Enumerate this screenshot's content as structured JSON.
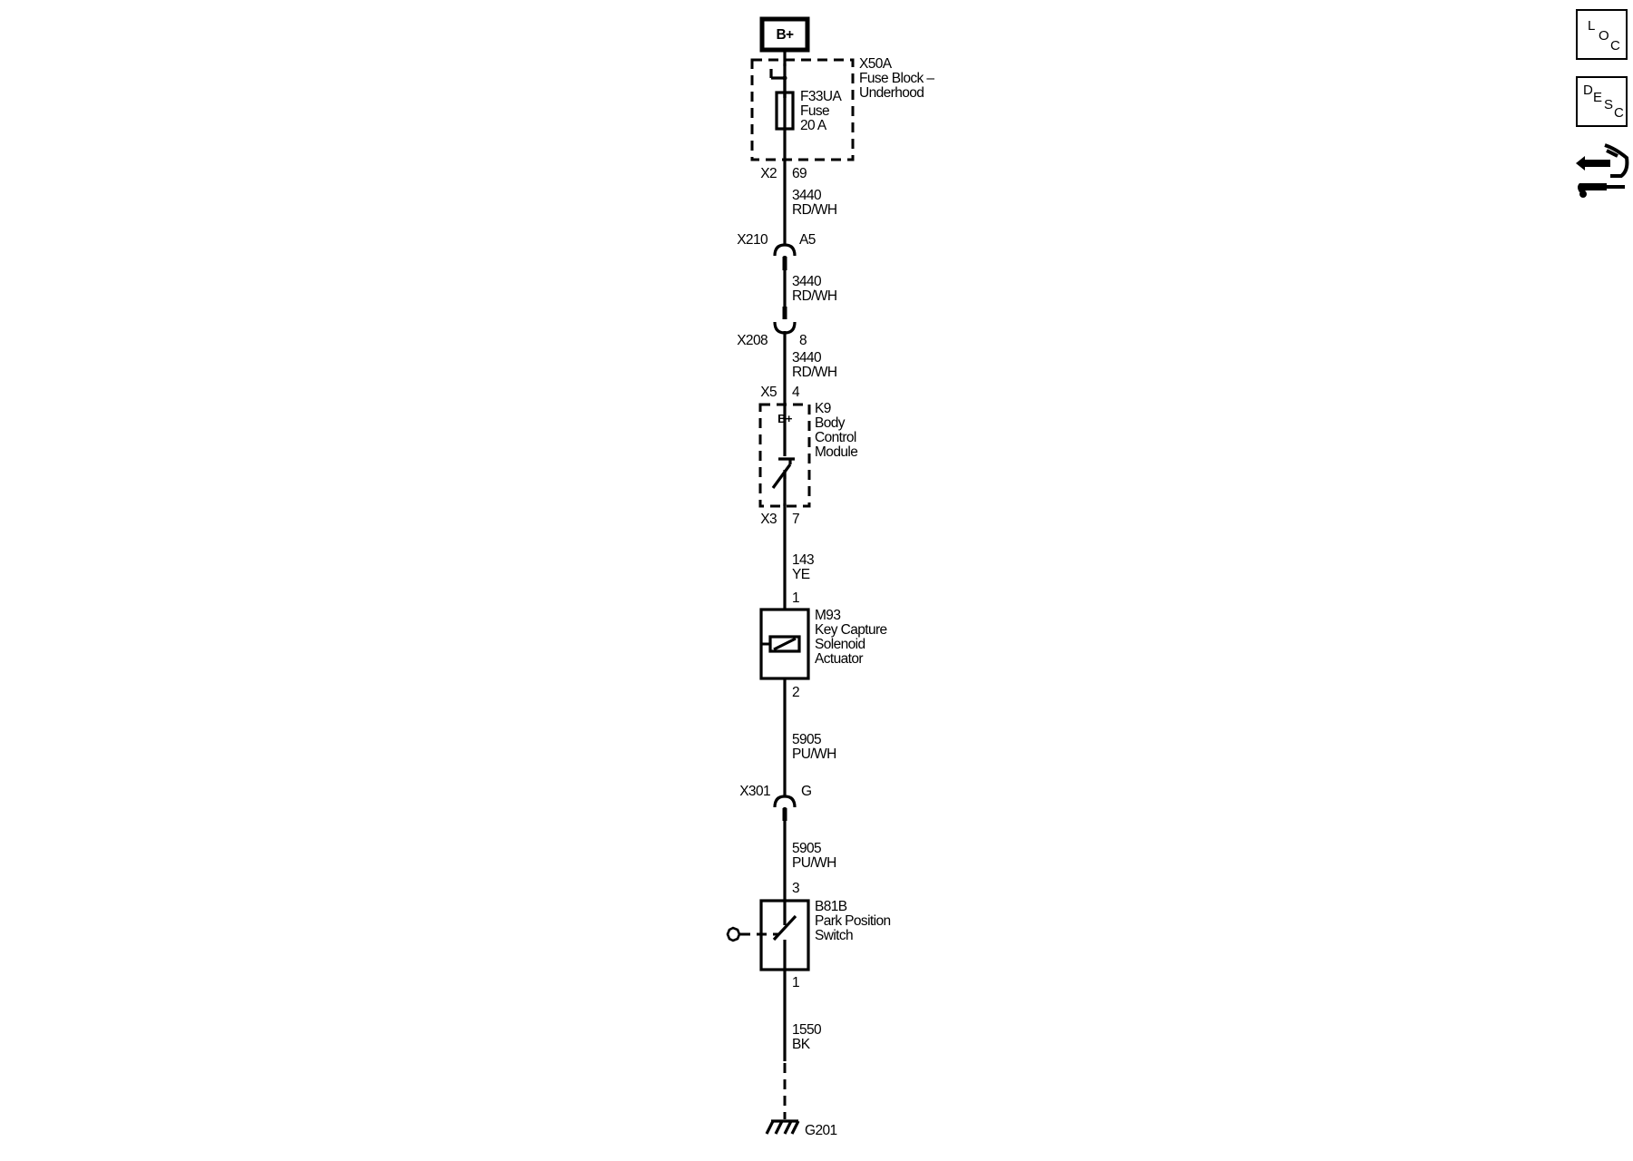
{
  "power": {
    "label": "B+"
  },
  "fuse_block": {
    "ref": "X50A",
    "name_line1": "Fuse Block –",
    "name_line2": "Underhood",
    "fuse_ref": "F33UA",
    "fuse_name": "Fuse",
    "fuse_rating": "20 A",
    "connector": "X2",
    "pin": "69"
  },
  "wires": [
    {
      "circuit": "3440",
      "color": "RD/WH"
    },
    {
      "circuit": "3440",
      "color": "RD/WH"
    },
    {
      "circuit": "3440",
      "color": "RD/WH"
    },
    {
      "circuit": "143",
      "color": "YE"
    },
    {
      "circuit": "5905",
      "color": "PU/WH"
    },
    {
      "circuit": "5905",
      "color": "PU/WH"
    },
    {
      "circuit": "1550",
      "color": "BK"
    }
  ],
  "inline_connectors": [
    {
      "ref": "X210",
      "pin": "A5"
    },
    {
      "ref": "X208",
      "pin": "8"
    },
    {
      "ref": "X301",
      "pin": "G"
    }
  ],
  "bcm": {
    "in_connector": "X5",
    "in_pin": "4",
    "supply_label": "B+",
    "ref": "K9",
    "name_line1": "Body",
    "name_line2": "Control",
    "name_line3": "Module",
    "out_connector": "X3",
    "out_pin": "7"
  },
  "solenoid": {
    "pin_top": "1",
    "pin_bottom": "2",
    "ref": "M93",
    "name_line1": "Key Capture",
    "name_line2": "Solenoid",
    "name_line3": "Actuator"
  },
  "park_switch": {
    "pin_top": "3",
    "pin_bottom": "1",
    "ref": "B81B",
    "name_line1": "Park Position",
    "name_line2": "Switch"
  },
  "ground": {
    "ref": "G201"
  },
  "nav": {
    "loc": {
      "l1": "L",
      "l2": "O",
      "l3": "C"
    },
    "desc": {
      "l1": "D",
      "l2": "E",
      "l3": "S",
      "l4": "C"
    },
    "connector_icon": "connector-tool-icon"
  }
}
